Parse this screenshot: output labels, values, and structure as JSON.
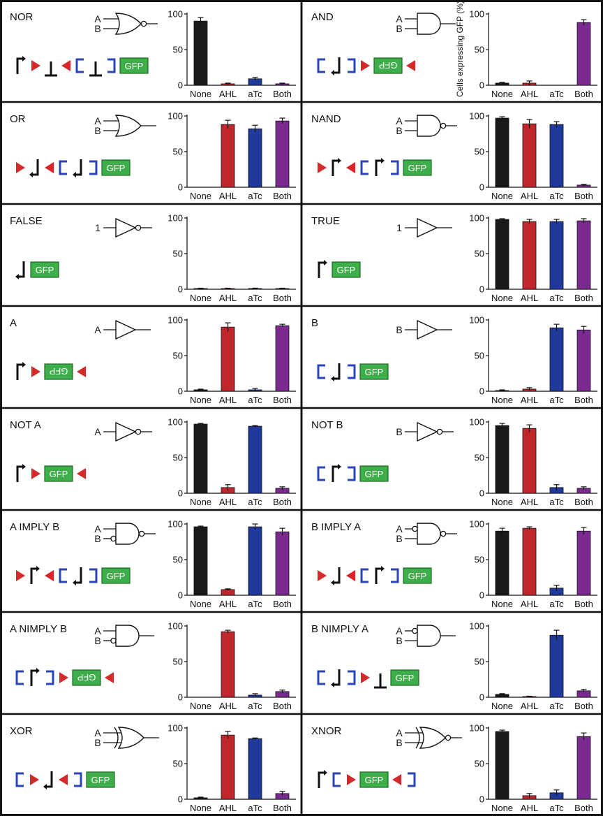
{
  "colors": {
    "None": "#1a1a1a",
    "AHL": "#c0272d",
    "aTc": "#1f3a9a",
    "Both": "#7b2a8f",
    "arrow": "#d42a2a",
    "bracket": "#2a44b8",
    "gfp_fill": "#3dae49",
    "gfp_stroke": "#1d6a25"
  },
  "categories": [
    "None",
    "AHL",
    "aTc",
    "Both"
  ],
  "ylabel": "Cells expressing GFP (%)",
  "gfp_label": "GFP",
  "input_labels": {
    "a": "A",
    "b": "B",
    "one": "1"
  },
  "y_ticks": [
    0,
    50,
    100
  ],
  "panels": [
    {
      "title": "NOR",
      "gate": "nor",
      "inputs": [
        "A",
        "B"
      ],
      "values": [
        90,
        2,
        9,
        2
      ],
      "errors": [
        5,
        1,
        2,
        1
      ],
      "construct": [
        {
          "t": "p"
        },
        {
          "t": "ar"
        },
        {
          "t": "te"
        },
        {
          "t": "al"
        },
        {
          "t": "bo"
        },
        {
          "t": "te"
        },
        {
          "t": "bc"
        },
        {
          "t": "g"
        }
      ]
    },
    {
      "title": "AND",
      "gate": "and",
      "inputs": [
        "A",
        "B"
      ],
      "values": [
        3,
        3,
        0,
        88
      ],
      "errors": [
        1,
        3,
        0,
        4
      ],
      "construct": [
        {
          "t": "bo"
        },
        {
          "t": "pr"
        },
        {
          "t": "bc"
        },
        {
          "t": "ar"
        },
        {
          "t": "gf"
        },
        {
          "t": "al"
        }
      ]
    },
    {
      "title": "OR",
      "gate": "or",
      "inputs": [
        "A",
        "B"
      ],
      "values": [
        0,
        88,
        82,
        93
      ],
      "errors": [
        0,
        6,
        5,
        4
      ],
      "construct": [
        {
          "t": "ar"
        },
        {
          "t": "pr"
        },
        {
          "t": "al"
        },
        {
          "t": "bo"
        },
        {
          "t": "pr"
        },
        {
          "t": "bc"
        },
        {
          "t": "g"
        }
      ]
    },
    {
      "title": "NAND",
      "gate": "nand",
      "inputs": [
        "A",
        "B"
      ],
      "values": [
        97,
        89,
        88,
        3
      ],
      "errors": [
        2,
        6,
        4,
        1
      ],
      "construct": [
        {
          "t": "ar"
        },
        {
          "t": "p"
        },
        {
          "t": "al"
        },
        {
          "t": "bo"
        },
        {
          "t": "p"
        },
        {
          "t": "bc"
        },
        {
          "t": "g"
        }
      ]
    },
    {
      "title": "FALSE",
      "gate": "not",
      "inputs": [
        "1"
      ],
      "values": [
        1,
        1,
        1,
        1
      ],
      "errors": [
        0.5,
        0.5,
        0.5,
        0.5
      ],
      "construct": [
        {
          "t": "pr"
        },
        {
          "t": "g"
        }
      ]
    },
    {
      "title": "TRUE",
      "gate": "buf",
      "inputs": [
        "1"
      ],
      "values": [
        98,
        95,
        95,
        96
      ],
      "errors": [
        1,
        3,
        3,
        3
      ],
      "construct": [
        {
          "t": "p"
        },
        {
          "t": "g"
        }
      ]
    },
    {
      "title": "A",
      "gate": "buf",
      "inputs": [
        "A"
      ],
      "values": [
        2,
        90,
        2,
        92
      ],
      "errors": [
        1,
        6,
        2,
        2
      ],
      "construct": [
        {
          "t": "p"
        },
        {
          "t": "ar"
        },
        {
          "t": "gf"
        },
        {
          "t": "al"
        }
      ]
    },
    {
      "title": "B",
      "gate": "buf",
      "inputs": [
        "B"
      ],
      "values": [
        1,
        3,
        89,
        86
      ],
      "errors": [
        1,
        2,
        5,
        5
      ],
      "construct": [
        {
          "t": "bo"
        },
        {
          "t": "pr"
        },
        {
          "t": "bc"
        },
        {
          "t": "g"
        }
      ]
    },
    {
      "title": "NOT A",
      "gate": "not",
      "inputs": [
        "A"
      ],
      "values": [
        97,
        8,
        94,
        7
      ],
      "errors": [
        1,
        4,
        1,
        2
      ],
      "construct": [
        {
          "t": "p"
        },
        {
          "t": "ar"
        },
        {
          "t": "g"
        },
        {
          "t": "al"
        }
      ]
    },
    {
      "title": "NOT B",
      "gate": "not",
      "inputs": [
        "B"
      ],
      "values": [
        95,
        91,
        8,
        7
      ],
      "errors": [
        3,
        5,
        4,
        2
      ],
      "construct": [
        {
          "t": "bo"
        },
        {
          "t": "p"
        },
        {
          "t": "bc"
        },
        {
          "t": "g"
        }
      ]
    },
    {
      "title": "A IMPLY B",
      "gate": "implyab",
      "inputs": [
        "A",
        "B"
      ],
      "values": [
        96,
        8,
        96,
        89
      ],
      "errors": [
        1,
        1,
        4,
        5
      ],
      "construct": [
        {
          "t": "ar"
        },
        {
          "t": "p"
        },
        {
          "t": "al"
        },
        {
          "t": "bo"
        },
        {
          "t": "pr"
        },
        {
          "t": "bc"
        },
        {
          "t": "g"
        }
      ]
    },
    {
      "title": "B IMPLY A",
      "gate": "implyba",
      "inputs": [
        "A",
        "B"
      ],
      "values": [
        90,
        94,
        10,
        90
      ],
      "errors": [
        4,
        2,
        4,
        5
      ],
      "construct": [
        {
          "t": "ar"
        },
        {
          "t": "pr"
        },
        {
          "t": "al"
        },
        {
          "t": "bo"
        },
        {
          "t": "p"
        },
        {
          "t": "bc"
        },
        {
          "t": "g"
        }
      ]
    },
    {
      "title": "A NIMPLY B",
      "gate": "nimplyab",
      "inputs": [
        "A",
        "B"
      ],
      "values": [
        0,
        92,
        3,
        8
      ],
      "errors": [
        0,
        2,
        2,
        2
      ],
      "construct": [
        {
          "t": "bo"
        },
        {
          "t": "p"
        },
        {
          "t": "bc"
        },
        {
          "t": "ar"
        },
        {
          "t": "gf"
        },
        {
          "t": "al"
        }
      ]
    },
    {
      "title": "B NIMPLY A",
      "gate": "nimplyba",
      "inputs": [
        "A",
        "B"
      ],
      "values": [
        4,
        1,
        87,
        9
      ],
      "errors": [
        1,
        0.5,
        7,
        2
      ],
      "construct": [
        {
          "t": "bo"
        },
        {
          "t": "pr"
        },
        {
          "t": "bc"
        },
        {
          "t": "ar"
        },
        {
          "t": "te"
        },
        {
          "t": "g"
        }
      ]
    },
    {
      "title": "XOR",
      "gate": "xor",
      "inputs": [
        "A",
        "B"
      ],
      "values": [
        2,
        90,
        85,
        8
      ],
      "errors": [
        1,
        5,
        1,
        3
      ],
      "construct": [
        {
          "t": "bo"
        },
        {
          "t": "ar"
        },
        {
          "t": "pr"
        },
        {
          "t": "al"
        },
        {
          "t": "bc"
        },
        {
          "t": "g"
        }
      ]
    },
    {
      "title": "XNOR",
      "gate": "xnor",
      "inputs": [
        "A",
        "B"
      ],
      "values": [
        95,
        5,
        9,
        88
      ],
      "errors": [
        2,
        3,
        4,
        5
      ],
      "construct": [
        {
          "t": "p"
        },
        {
          "t": "bo"
        },
        {
          "t": "ar"
        },
        {
          "t": "g"
        },
        {
          "t": "al"
        },
        {
          "t": "bc"
        }
      ]
    }
  ]
}
